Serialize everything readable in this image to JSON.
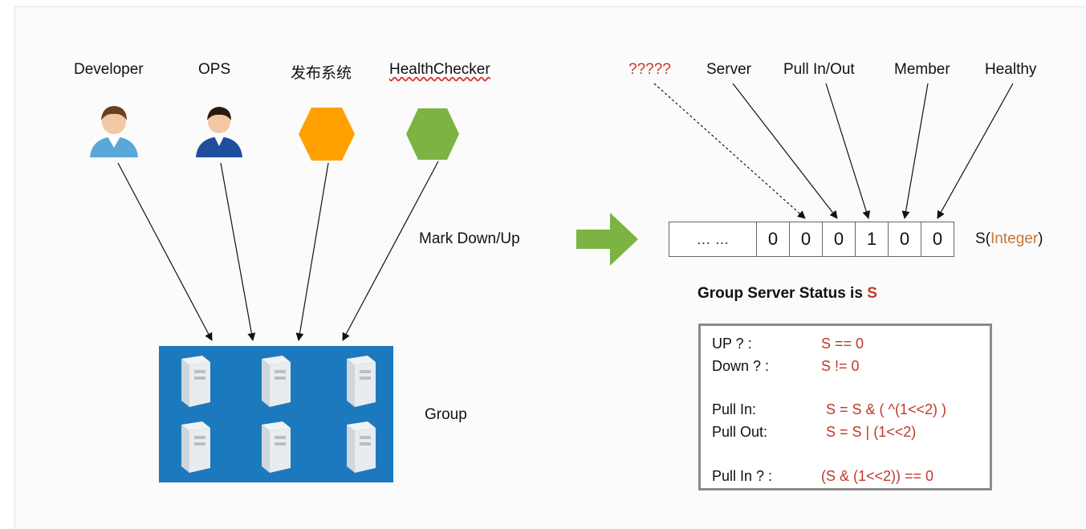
{
  "actors": {
    "developer": "Developer",
    "ops": "OPS",
    "publish_system": "发布系统",
    "health_checker": "HealthChecker"
  },
  "fields": {
    "unknown": "?????",
    "server": "Server",
    "pull": "Pull In/Out",
    "member": "Member",
    "healthy": "Healthy"
  },
  "mark_label": "Mark Down/Up",
  "group_label": "Group",
  "bits": {
    "ellipsis": "…  …",
    "values": [
      "0",
      "0",
      "0",
      "1",
      "0",
      "0"
    ]
  },
  "s_integer": {
    "prefix": "S(",
    "type": "Integer",
    "suffix": ")"
  },
  "status_title": {
    "text": "Group Server Status is ",
    "var": "S"
  },
  "rules": {
    "up_k": "UP ? :",
    "up_v": "S  ==  0",
    "down_k": "Down ? :",
    "down_v": "S  != 0",
    "pullin_k": "Pull In:",
    "pullin_v": "S = S & ( ^(1<<2) )",
    "pullout_k": "Pull Out:",
    "pullout_v": "S = S | (1<<2)",
    "pullinq_k": "Pull In ? :",
    "pullinq_v": "(S  & (1<<2)) == 0"
  },
  "colors": {
    "group_bg": "#1c79be",
    "arrow_green": "#7cb342",
    "hex_orange": "#ffa000",
    "hex_green": "#7cb342",
    "red_text": "#c0392b"
  }
}
